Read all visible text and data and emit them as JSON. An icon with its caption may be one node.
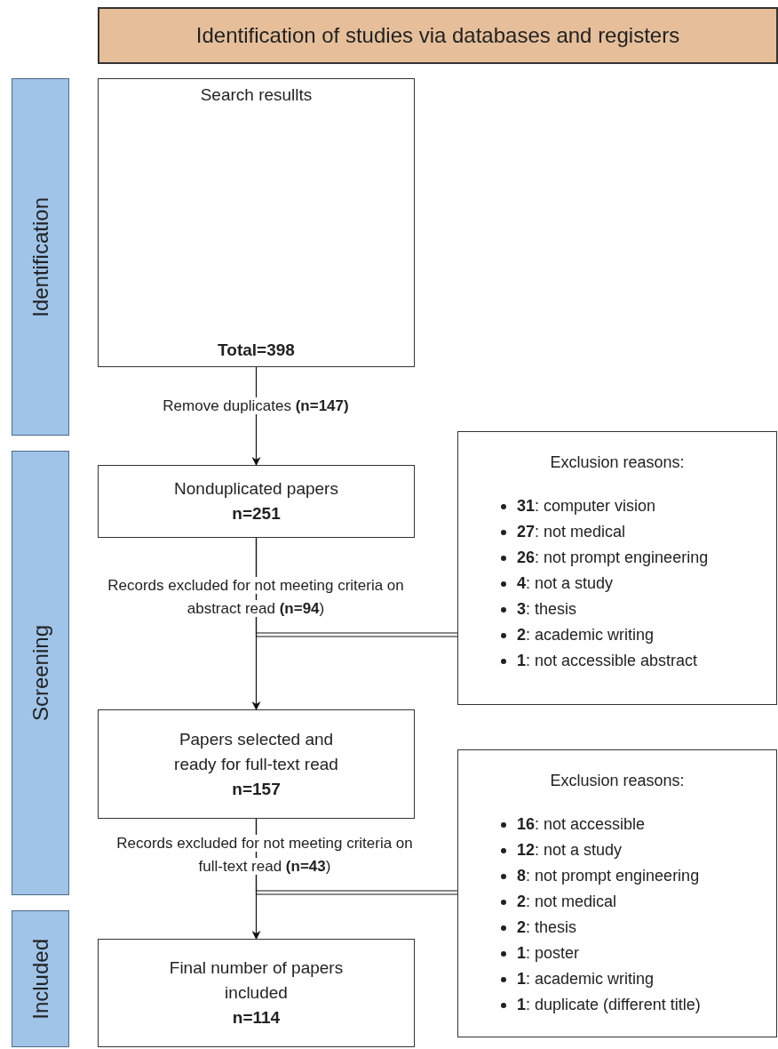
{
  "diagram": {
    "nodes": [
      {
        "text": [
          "Identification of studies via databases and registers"
        ]
      },
      {
        "text": [
          "Identification"
        ]
      },
      {
        "text": [
          "Screening"
        ]
      },
      {
        "text": [
          "Included"
        ]
      },
      {
        "text": [
          "Search resullts",
          "Total=398"
        ]
      },
      {
        "text": [
          "Nonduplicated papers",
          "n=251"
        ]
      },
      {
        "text": [
          "Exclusion reasons:",
          "**31**: computer vision",
          "**27**: not medical",
          "**26**: not prompt engineering",
          "**4**: not a study",
          "**3**: thesis",
          "**2**: academic writing",
          "**1**: not accessible abstract"
        ]
      },
      {
        "text": [
          "Papers selected and ready for full-text read",
          "n=157"
        ]
      },
      {
        "text": [
          "Exclusion reasons:",
          "**16**: not accessible",
          "**12**: not a study",
          "**8**: not prompt engineering",
          "**2**: not medical",
          "**2**: thesis",
          "**1**: poster",
          "**1**: academic writing",
          "**1**: duplicate (different title)"
        ]
      },
      {
        "text": [
          "Final number of papers included",
          "n=114"
        ]
      }
    ],
    "edges": [
      {
        "from": 4,
        "to": 5,
        "arrow": "to",
        "label": "Remove duplicates **(n=147)**"
      },
      {
        "from": 5,
        "to": 7,
        "arrow": "to",
        "label": "Records excluded for not meeting criteria on abstract read **(n=94**)"
      },
      {
        "from": 5,
        "to": 6,
        "arrow": "none"
      },
      {
        "from": 7,
        "to": 9,
        "arrow": "to",
        "label": "Records excluded for not meeting criteria on full-text read **(n=43**)"
      },
      {
        "from": 7,
        "to": 8,
        "arrow": "none"
      }
    ]
  }
}
